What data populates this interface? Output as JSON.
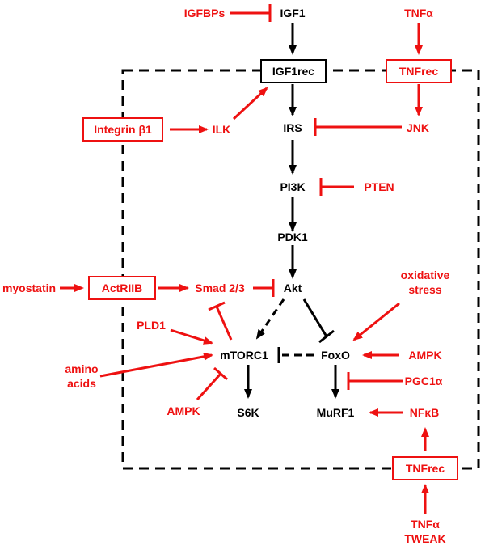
{
  "colors": {
    "black": "#000000",
    "red": "#ee1111"
  },
  "nodes": {
    "igfbps": "IGFBPs",
    "igf1": "IGF1",
    "tnfa_top": "TNFα",
    "igf1rec": "IGF1rec",
    "tnfrec_top": "TNFrec",
    "integrin": "Integrin β1",
    "ilk": "ILK",
    "irs": "IRS",
    "jnk": "JNK",
    "pi3k": "PI3K",
    "pten": "PTEN",
    "pdk1": "PDK1",
    "oxidative_1": "oxidative",
    "oxidative_2": "stress",
    "myostatin": "myostatin",
    "actriib": "ActRIIB",
    "smad": "Smad 2/3",
    "akt": "Akt",
    "pld1": "PLD1",
    "amino_1": "amino",
    "amino_2": "acids",
    "mtorc1": "mTORC1",
    "foxo": "FoxO",
    "ampk_right": "AMPK",
    "pgc1a": "PGC1α",
    "ampk_left": "AMPK",
    "s6k": "S6K",
    "murf1": "MuRF1",
    "nfkb": "NFκB",
    "tnfrec_bottom": "TNFrec",
    "tnfa_bottom": "TNFα",
    "tweak": "TWEAK"
  }
}
